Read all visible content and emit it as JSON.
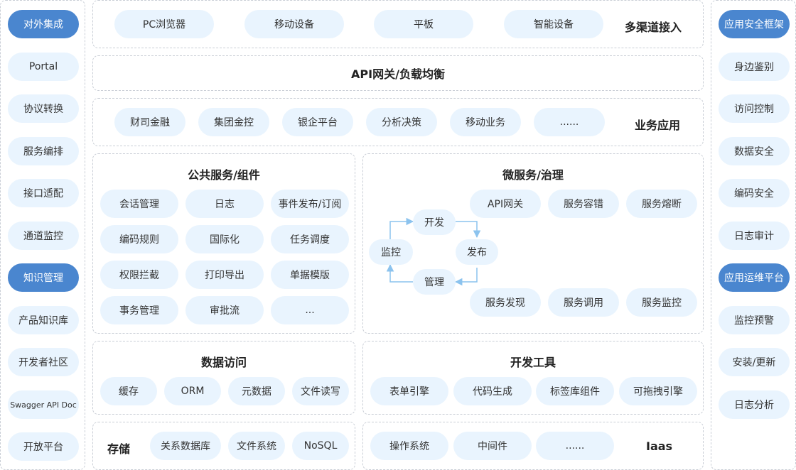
{
  "left_sidebar": {
    "items": [
      {
        "label": "对外集成",
        "active": true
      },
      {
        "label": "Portal"
      },
      {
        "label": "协议转换"
      },
      {
        "label": "服务编排"
      },
      {
        "label": "接口适配"
      },
      {
        "label": "通道监控"
      },
      {
        "label": "知识管理",
        "active": true
      },
      {
        "label": "产品知识库"
      },
      {
        "label": "开发者社区"
      },
      {
        "label": "Swagger API Doc"
      },
      {
        "label": "开放平台"
      }
    ]
  },
  "right_sidebar": {
    "items": [
      {
        "label": "应用安全框架",
        "active": true
      },
      {
        "label": "身边鉴别"
      },
      {
        "label": "访问控制"
      },
      {
        "label": "数据安全"
      },
      {
        "label": "编码安全"
      },
      {
        "label": "日志审计"
      },
      {
        "label": "应用运维平台",
        "active": true
      },
      {
        "label": "监控预警"
      },
      {
        "label": "安装/更新"
      },
      {
        "label": "日志分析"
      }
    ]
  },
  "channels": {
    "title": "多渠道接入",
    "items": [
      "PC浏览器",
      "移动设备",
      "平板",
      "智能设备"
    ]
  },
  "gateway": {
    "label": "API网关/负载均衡"
  },
  "business": {
    "title": "业务应用",
    "items": [
      "财司金融",
      "集团金控",
      "银企平台",
      "分析决策",
      "移动业务",
      "......"
    ]
  },
  "public_services": {
    "title": "公共服务/组件",
    "items": [
      "会话管理",
      "日志",
      "事件发布/订阅",
      "编码规则",
      "国际化",
      "任务调度",
      "权限拦截",
      "打印导出",
      "单据模版",
      "事务管理",
      "审批流",
      "..."
    ]
  },
  "microservices": {
    "title": "微服务/治理",
    "cycle": [
      "开发",
      "发布",
      "管理",
      "监控"
    ],
    "top_items": [
      "API网关",
      "服务容错",
      "服务熔断"
    ],
    "bottom_items": [
      "服务发现",
      "服务调用",
      "服务监控"
    ]
  },
  "data_access": {
    "title": "数据访问",
    "items": [
      "缓存",
      "ORM",
      "元数据",
      "文件读写"
    ]
  },
  "dev_tools": {
    "title": "开发工具",
    "items": [
      "表单引擎",
      "代码生成",
      "标签库组件",
      "可拖拽引擎"
    ]
  },
  "storage": {
    "title": "存储",
    "items": [
      "关系数据库",
      "文件系统",
      "NoSQL"
    ]
  },
  "iaas": {
    "title": "Iaas",
    "items": [
      "操作系统",
      "中间件",
      "......"
    ]
  },
  "colors": {
    "pill": "#e9f4fe",
    "active": "#4a86cf",
    "border": "#c9ced6",
    "arrow": "#8cc3ee"
  }
}
